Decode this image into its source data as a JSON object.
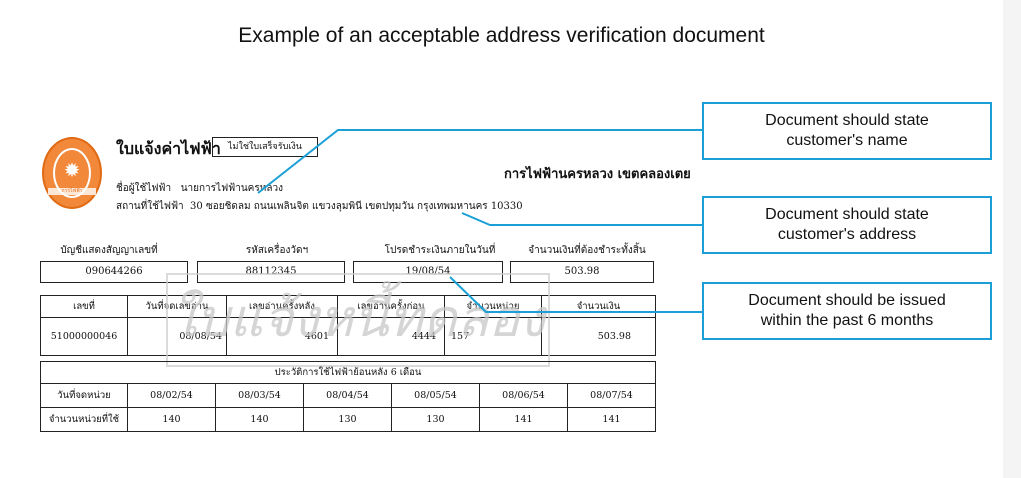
{
  "page": {
    "title": "Example  of an acceptable address verification document"
  },
  "bill": {
    "logo_text": "การไฟฟ้า",
    "title": "ใบแจ้งค่าไฟฟ้า",
    "stamp": "ไม่ใช่ใบเสร็จรับเงิน",
    "issuer": "การไฟฟ้านครหลวง เขตคลองเตย",
    "customer_label": "ชื่อผู้ใช้ไฟฟ้า",
    "customer_name": "นายการไฟฟ้านครหลวง",
    "address_label": "สถานที่ใช้ไฟฟ้า",
    "address": "30 ซอยชิดลม ถนนเพลินจิต แขวงลุมพินี เขตปทุมวัน กรุงเทพมหานคร 10330",
    "fields": [
      {
        "label": "บัญชีแสดงสัญญาเลขที่",
        "value": "090644266"
      },
      {
        "label": "รหัสเครื่องวัดฯ",
        "value": "88112345"
      },
      {
        "label": "โปรดชำระเงินภายในวันที่",
        "value": "19/08/54"
      },
      {
        "label": "จำนวนเงินที่ต้องชำระทั้งสิ้น",
        "value": "503.98"
      }
    ],
    "detail_headers": [
      "เลขที่",
      "วันที่จดเลขอ่าน",
      "เลขอ่านครั้งหลัง",
      "เลขอ่านครั้งก่อน",
      "จำนวนหน่วย",
      "จำนวนเงิน"
    ],
    "detail_row": [
      "51000000046",
      "08/08/54",
      "4601",
      "4444",
      "157",
      "503.98"
    ],
    "watermark": "ใบแจ้งหนี้ทดลอง",
    "history_title": "ประวัติการใช้ไฟฟ้าย้อนหลัง 6 เดือน",
    "history_date_label": "วันที่จดหน่วย",
    "history_dates": [
      "08/02/54",
      "08/03/54",
      "08/04/54",
      "08/05/54",
      "08/06/54",
      "08/07/54"
    ],
    "history_units_label": "จำนวนหน่วยที่ใช้",
    "history_units": [
      "140",
      "140",
      "130",
      "130",
      "141",
      "141"
    ]
  },
  "callouts": [
    {
      "line1": "Document should state",
      "line2": "customer's name"
    },
    {
      "line1": "Document should state",
      "line2": "customer's address"
    },
    {
      "line1": "Document should be issued",
      "line2": "within the past 6 months"
    }
  ],
  "colors": {
    "callout_border": "#1aa0d6",
    "logo": "#f2893a"
  }
}
